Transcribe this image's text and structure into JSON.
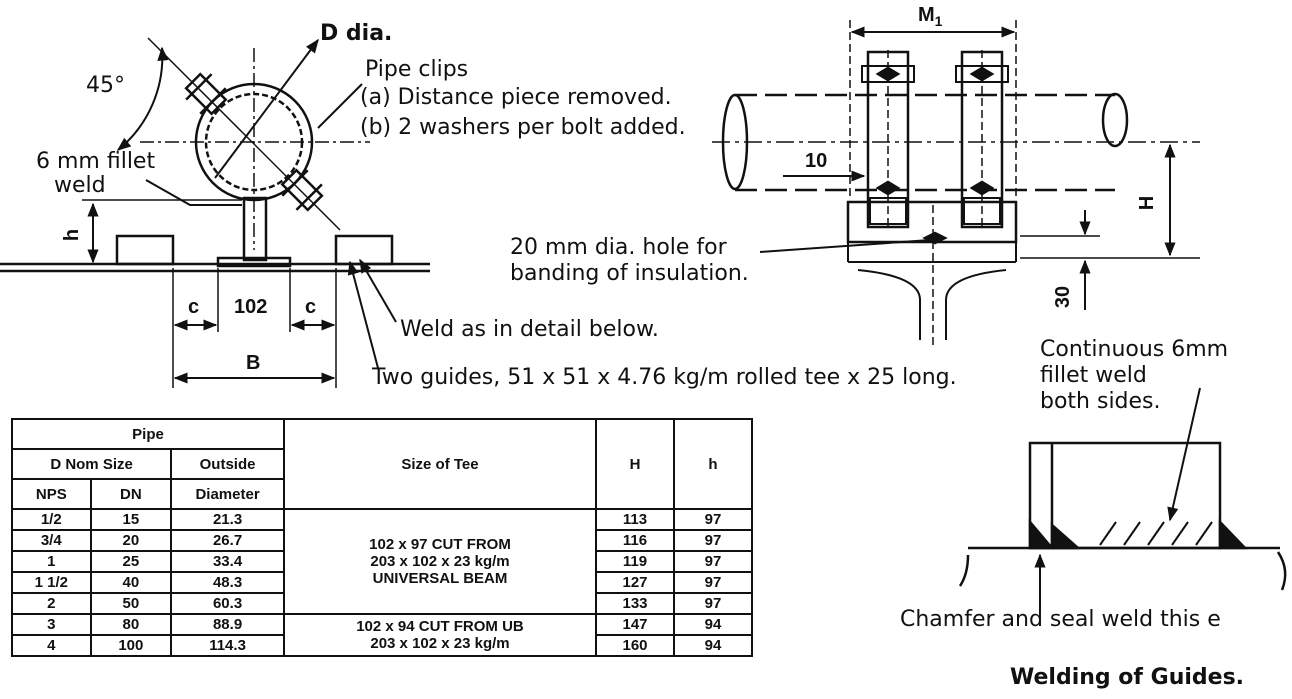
{
  "labels": {
    "d_dia": "D dia.",
    "pipe_clips": "Pipe clips",
    "clip_a": "(a) Distance piece removed.",
    "clip_b": "(b) 2 washers per bolt added.",
    "angle": "45°",
    "fillet": "6 mm fillet",
    "weld": "weld",
    "h": "h",
    "c_left": "c",
    "dim_102": "102",
    "c_right": "c",
    "b": "B",
    "weld_detail": "Weld as in detail below.",
    "two_guides": "Two guides, 51 x 51 x 4.76 kg/m rolled tee x 25 long.",
    "m1": "M",
    "m1_sub": "1",
    "dim_10": "10",
    "hole_1": "20 mm dia. hole for",
    "hole_2": "banding of insulation.",
    "H": "H",
    "dim_30": "30",
    "cont_1": "Continuous 6mm",
    "cont_2": "fillet weld",
    "cont_3": "both sides.",
    "chamfer": "Chamfer and seal weld this e",
    "welding_title": "Welding of Guides."
  },
  "table": {
    "pipe": "Pipe",
    "d_nom_size": "D Nom Size",
    "outside": "Outside",
    "diameter": "Diameter",
    "nps": "NPS",
    "dn": "DN",
    "size_of_tee": "Size of Tee",
    "H": "H",
    "h": "h",
    "rows": [
      {
        "nps": "1/2",
        "dn": "15",
        "od": "21.3",
        "H": "113",
        "h": "97"
      },
      {
        "nps": "3/4",
        "dn": "20",
        "od": "26.7",
        "H": "116",
        "h": "97"
      },
      {
        "nps": "1",
        "dn": "25",
        "od": "33.4",
        "H": "119",
        "h": "97"
      },
      {
        "nps": "1 1/2",
        "dn": "40",
        "od": "48.3",
        "H": "127",
        "h": "97"
      },
      {
        "nps": "2",
        "dn": "50",
        "od": "60.3",
        "H": "133",
        "h": "97"
      },
      {
        "nps": "3",
        "dn": "80",
        "od": "88.9",
        "H": "147",
        "h": "94"
      },
      {
        "nps": "4",
        "dn": "100",
        "od": "114.3",
        "H": "160",
        "h": "94"
      }
    ],
    "tee_group_1": [
      "102 x 97 CUT FROM",
      "203 x 102 x 23 kg/m",
      "UNIVERSAL BEAM"
    ],
    "tee_group_2": [
      "102 x 94 CUT FROM UB",
      "203 x 102 x 23 kg/m"
    ]
  }
}
